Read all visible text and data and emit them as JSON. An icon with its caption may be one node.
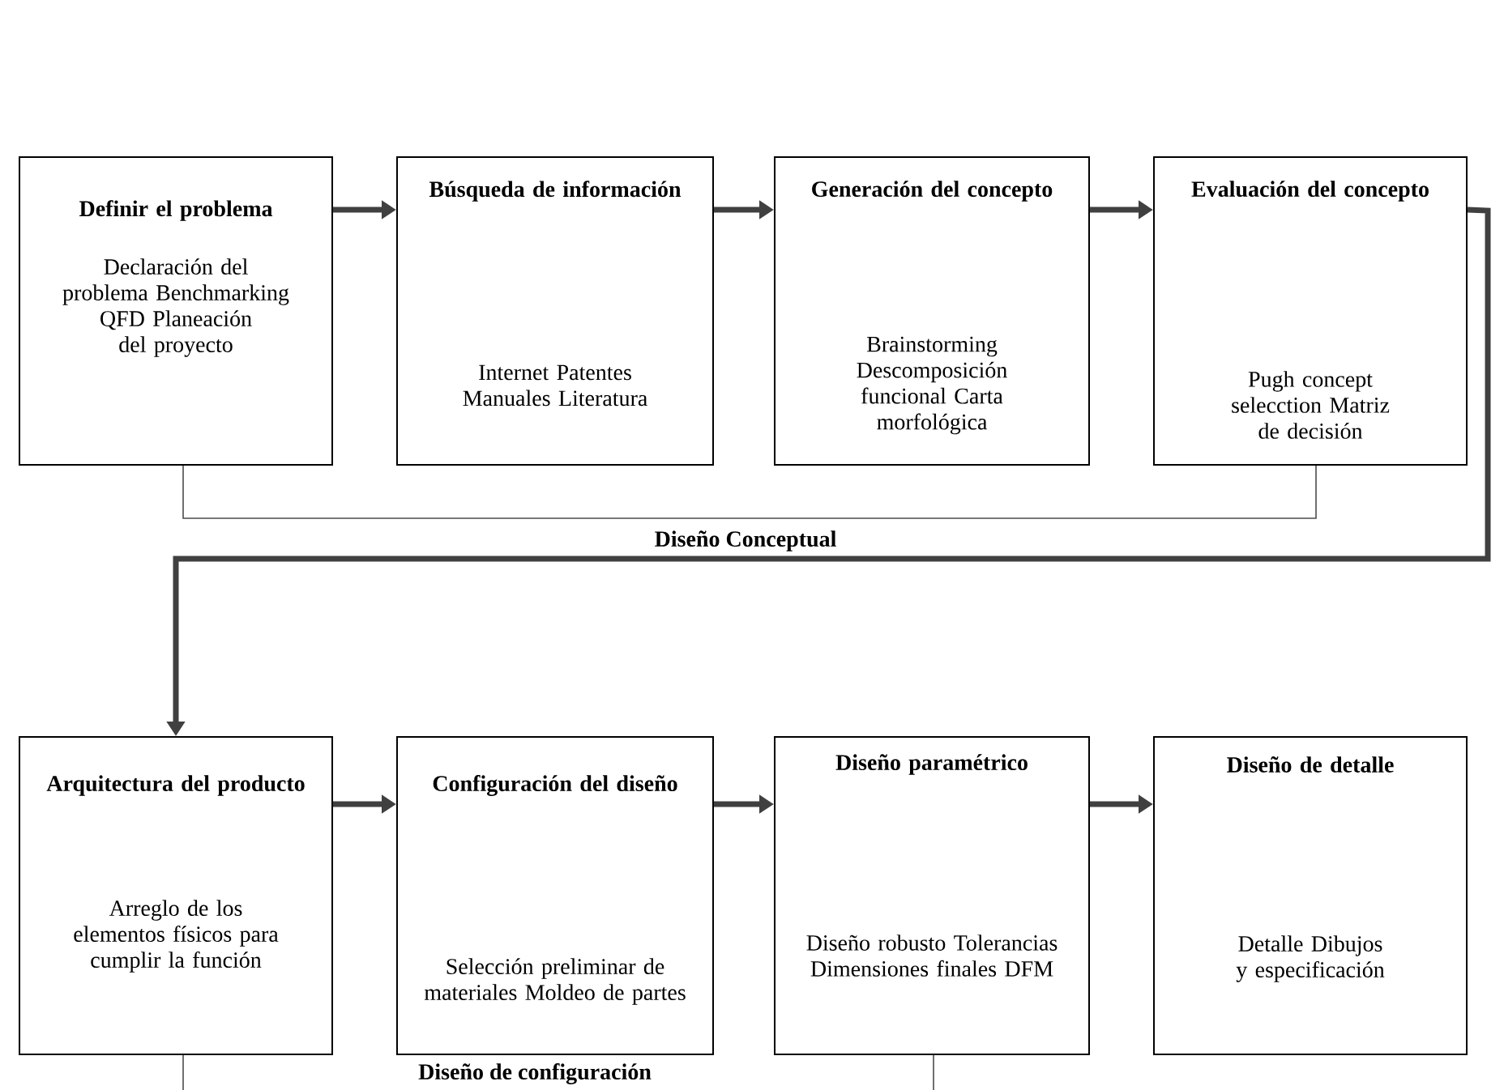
{
  "diagram": {
    "nodes": [
      {
        "text": [
          "Definir el problema",
          "Declaración del problema Benchmarking QFD Planeación del proyecto"
        ]
      },
      {
        "text": [
          "Búsqueda de información",
          "Internet Patentes Manuales Literatura"
        ]
      },
      {
        "text": [
          "Generación del concepto",
          "Brainstorming Descomposición funcional Carta morfológica"
        ]
      },
      {
        "text": [
          "Evaluación del concepto",
          "Pugh concept selecction Matriz de decisión"
        ]
      },
      {
        "text": [
          "Arquitectura del producto",
          "Arreglo de los elementos físicos para cumplir la función"
        ]
      },
      {
        "text": [
          "Configuración del diseño",
          "Selección preliminar de materiales Moldeo de partes"
        ]
      },
      {
        "text": [
          "Diseño paramétrico",
          "Diseño robusto Tolerancias Dimensiones finales DFM"
        ]
      },
      {
        "text": [
          "Diseño de detalle",
          "Detalle Dibujos y especificación"
        ]
      }
    ],
    "edges": [
      {
        "from": 0,
        "to": 1,
        "arrow": "to"
      },
      {
        "from": 1,
        "to": 2,
        "arrow": "to"
      },
      {
        "from": 2,
        "to": 3,
        "arrow": "to"
      },
      {
        "from": 3,
        "to": 4,
        "arrow": "to"
      },
      {
        "from": 4,
        "to": 5,
        "arrow": "to"
      },
      {
        "from": 5,
        "to": 6,
        "arrow": "to"
      },
      {
        "from": 6,
        "to": 7,
        "arrow": "to"
      }
    ],
    "labels": [
      "Diseño Conceptual",
      "Diseño de configuración"
    ]
  }
}
